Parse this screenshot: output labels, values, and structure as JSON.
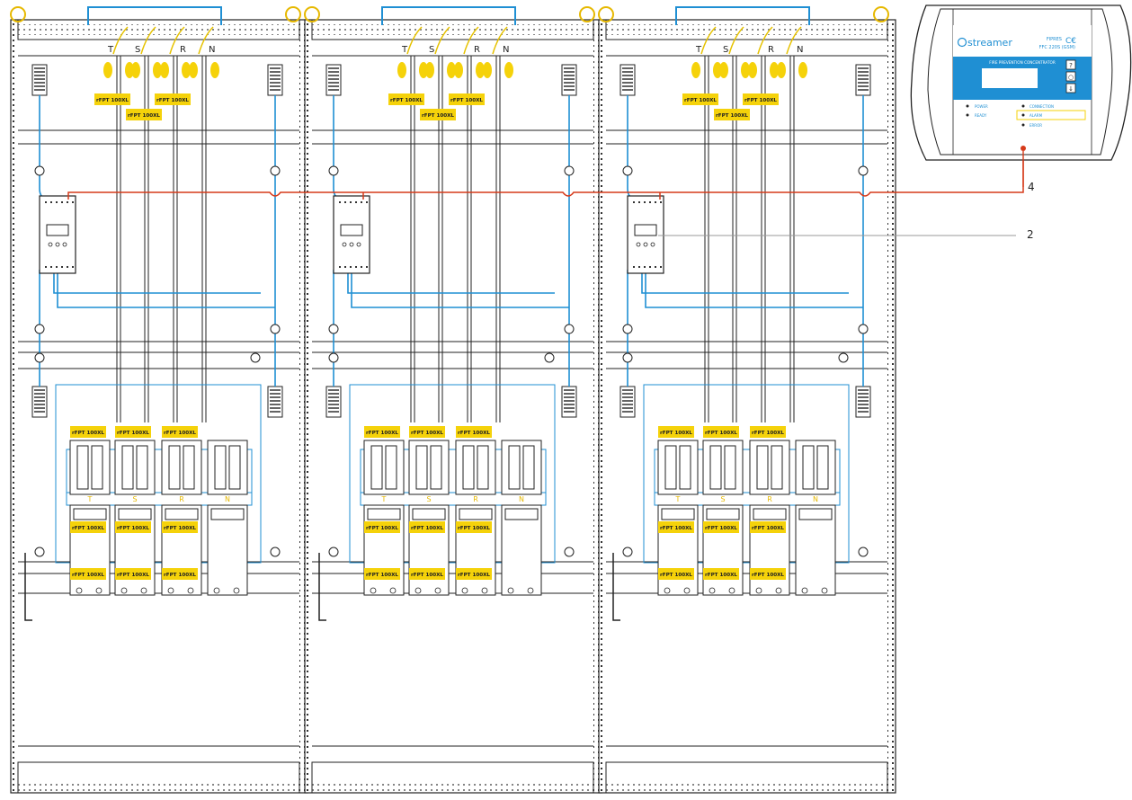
{
  "colors": {
    "neutral_wire": "#1f8fd3",
    "bus_line": "#d63a1a",
    "label_fill": "#f5d20a",
    "frame_line": "#222222",
    "panel_blue": "#1f8fd3"
  },
  "cabinet": {
    "phase_labels_top": [
      "T",
      "S",
      "R",
      "N"
    ],
    "phase_labels_bottom": [
      "T",
      "S",
      "R",
      "N"
    ],
    "top_labels_row1": [
      "rFPT 100XL",
      "rFPT 100XL"
    ],
    "top_labels_row2": [
      "rFPT 100XL"
    ],
    "fuse_labels_row": [
      "rFPT 100XL",
      "rFPT 100XL",
      "rFPT 100XL"
    ],
    "lower_labels_row": [
      "rFPT 100XL",
      "rFPT 100XL",
      "rFPT 100XL"
    ],
    "bottom_labels_row": [
      "rFPT 100XL",
      "rFPT 100XL",
      "rFPT 100XL"
    ]
  },
  "cabinet_count": 3,
  "device": {
    "brand": "streamer",
    "model_line1": "FIPRES",
    "model_line2": "FFC 220S (GSM)",
    "ce_mark": "C€",
    "title_bar": "FIRE PREVENTION CONCENTRATOR",
    "indicators_left": [
      "POWER",
      "READY"
    ],
    "indicators_right": [
      "CONNECTION",
      "ALARM",
      "ERROR"
    ],
    "buttons": [
      "?",
      "○",
      "↓"
    ]
  },
  "callouts": [
    "4",
    "2"
  ]
}
